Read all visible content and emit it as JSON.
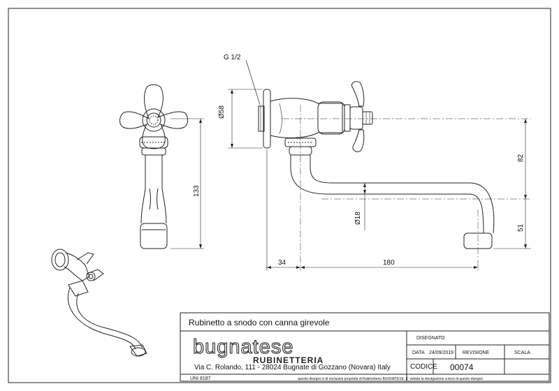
{
  "drawing": {
    "thread_label": "G 1/2",
    "dim_diameter_58": "Ø58",
    "dim_133": "133",
    "dim_82": "82",
    "dim_diameter_18": "Ø18",
    "dim_51": "51",
    "dim_34": "34",
    "dim_180": "180"
  },
  "title_block": {
    "product_name": "Rubinetto a snodo con canna girevole",
    "brand_name": "bugnatese",
    "brand_subtitle": "RUBINETTERIA",
    "address": "Via C. Rolando, 111 - 28024 Bugnate di Gozzano (Novara) Italy",
    "uni_label": "UNI 8187",
    "disclaimer": "questo disegno è di esclusiva proprietà di Rubinetteria BUGNATESE. E' vietata la divulgazione a terzi di questo disegno",
    "disegnato_label": "DISEGNATO",
    "data_label": "DATA",
    "data_value": "24/09/2019",
    "revisione_label": "REVISIONE",
    "scala_label": "SCALA",
    "codice_label": "CODICE",
    "codice_value": "00074"
  }
}
